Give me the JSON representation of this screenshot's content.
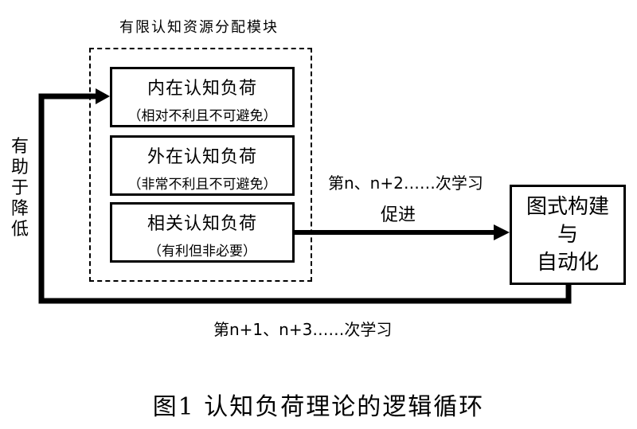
{
  "module": {
    "title": "有限认知资源分配模块"
  },
  "loads": [
    {
      "name": "内在认知负荷",
      "note": "（相对不利且不可避免）"
    },
    {
      "name": "外在认知负荷",
      "note": "（非常不利且不可避免）"
    },
    {
      "name": "相关认知负荷",
      "note": "（有利但非必要）"
    }
  ],
  "target": {
    "line1": "图式构建",
    "line2": "与",
    "line3": "自动化"
  },
  "side_label": {
    "chars": [
      "有",
      "助",
      "于",
      "降",
      "低"
    ]
  },
  "labels": {
    "even_cycles": "第n、n+2……次学习",
    "promote": "促进",
    "odd_cycles": "第n+1、n+3……次学习"
  },
  "caption": "图1   认知负荷理论的逻辑循环"
}
